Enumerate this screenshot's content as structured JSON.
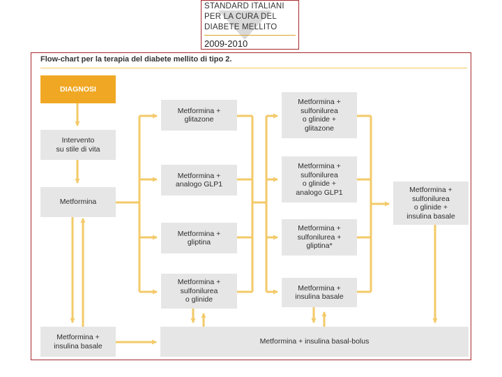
{
  "logo": {
    "lines": [
      "STANDARD ITALIANI",
      "PER LA CURA DEL",
      "DIABETE MELLITO"
    ],
    "years": "2009-2010"
  },
  "title": "Flow-chart per la terapia del diabete mellito di tipo 2.",
  "colors": {
    "accent": "#f0a824",
    "connector": "#f3ca69",
    "box": "#e6e6e6",
    "frame": "#a6282c"
  },
  "boxes": {
    "diagnosi": "DIAGNOSI",
    "intervento": "Intervento\nsu stile di vita",
    "metformina": "Metformina",
    "met_insulina_basale": "Metformina +\ninsulina basale",
    "met_glitazone": "Metformina +\nglitazone",
    "met_glp1": "Metformina +\nanalogo GLP1",
    "met_gliptina": "Metformina +\ngliptina",
    "met_sulfo": "Metformina +\nsulfonilurea\no glinide",
    "met_sulfo_glitazone": "Metformina +\nsulfonilurea\no glinide +\nglitazone",
    "met_sulfo_glp1": "Metformina +\nsulfonilurea\no glinide +\nanalogo GLP1",
    "met_sulfo_gliptina": "Metformina +\nsulfonilurea +\ngliptina*",
    "met_insulina_basale_2": "Metformina +\ninsulina basale",
    "met_sulfo_insulina": "Metformina +\nsulfonilurea\no glinide +\ninsulina basale",
    "basal_bolus": "Metformina + insulina basal-bolus"
  }
}
